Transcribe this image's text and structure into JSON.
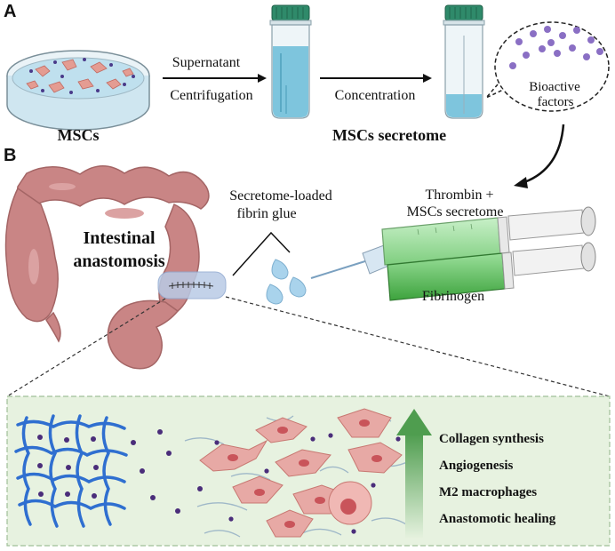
{
  "panels": {
    "a_label": "A",
    "b_label": "B"
  },
  "panel_a": {
    "mscs_label": "MSCs",
    "arrow1_top": "Supernatant",
    "arrow1_bottom": "Centrifugation",
    "arrow2_label": "Concentration",
    "secretome_label": "MSCs secretome",
    "bubble_line1": "Bioactive",
    "bubble_line2": "factors"
  },
  "panel_b": {
    "intestine_line1": "Intestinal",
    "intestine_line2": "anastomosis",
    "glue_line1": "Secretome-loaded",
    "glue_line2": "fibrin glue",
    "syringe_top_line1": "Thrombin +",
    "syringe_top_line2": "MSCs secretome",
    "syringe_bottom": "Fibrinogen"
  },
  "outcomes": [
    "Collagen synthesis",
    "Angiogenesis",
    "M2 macrophages",
    "Anastomotic healing"
  ],
  "colors": {
    "teal_cap": "#2f8a6a",
    "liquid": "#7ec5dd",
    "intestine": "#c98585",
    "intestine_dark": "#a86a6a",
    "box_fill": "#e6f2df",
    "box_border": "#8fb88a",
    "fiber": "#2f6fd0",
    "cell": "#e7a9a5",
    "nucleus": "#c9545a",
    "dot": "#5a3c8a",
    "syringe_green": "#8fd88f",
    "arrow_green": "#5aa95a"
  }
}
